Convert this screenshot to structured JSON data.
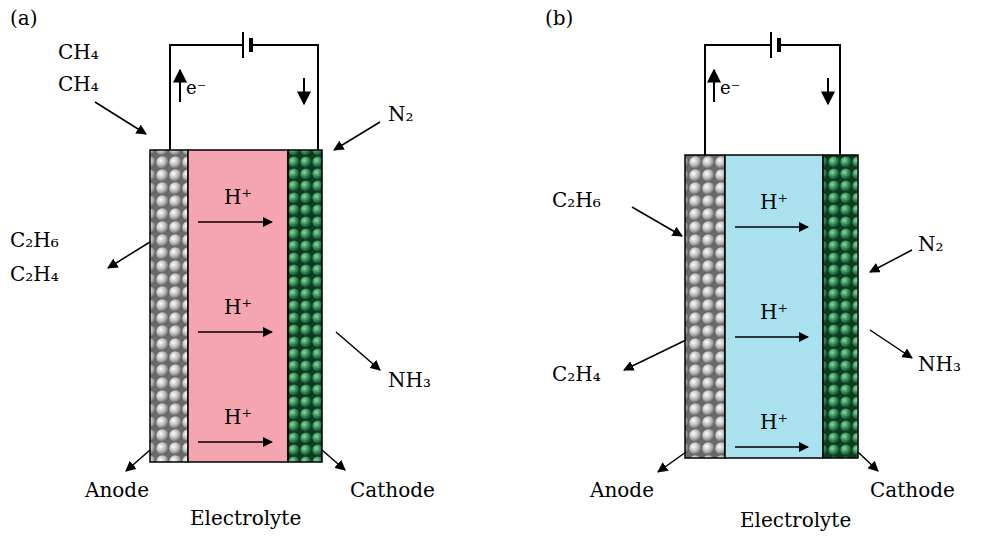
{
  "diagram": {
    "nodes": [
      {
        "text": [
          "H⁺",
          "H⁺",
          "H⁺"
        ]
      },
      {
        "text": [
          "H⁺",
          "H⁺",
          "H⁺"
        ]
      }
    ],
    "labels": [
      "(a)",
      "(b)",
      "e⁻",
      "CH₄",
      "CH₄",
      "C₂H₆",
      "C₂H₄",
      "N₂",
      "NH₃",
      "Anode",
      "Cathode",
      "Electrolyte",
      "e⁻",
      "C₂H₆",
      "C₂H₄",
      "N₂",
      "NH₃",
      "Anode",
      "Cathode",
      "Electrolyte"
    ]
  }
}
